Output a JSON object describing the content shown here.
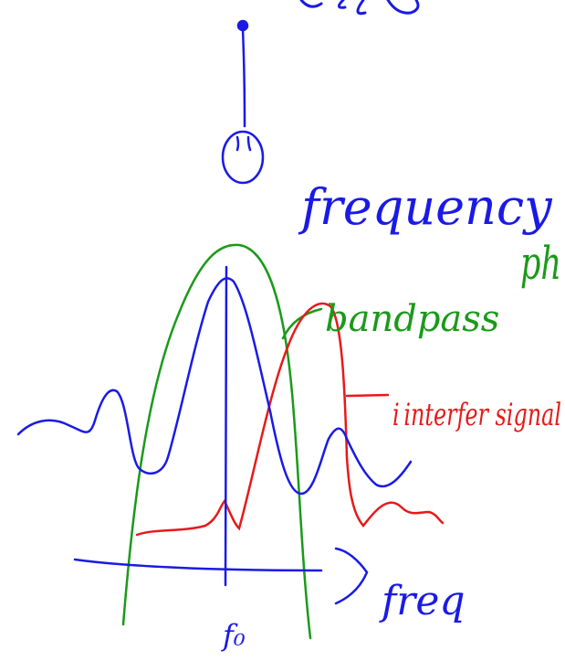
{
  "labels": {
    "top_scribble": "(...)",
    "frequency": "frequency",
    "bandpass": "bandpass",
    "interfering_signal": "i interfer signal",
    "phase_partial": "ph",
    "freq_axis": "freq",
    "center_freq": "f₀"
  },
  "colors": {
    "ink_blue": "#1a1ae6",
    "ink_green": "#1a9a1a",
    "ink_red": "#e61a1a",
    "paper": "#ffffff"
  }
}
